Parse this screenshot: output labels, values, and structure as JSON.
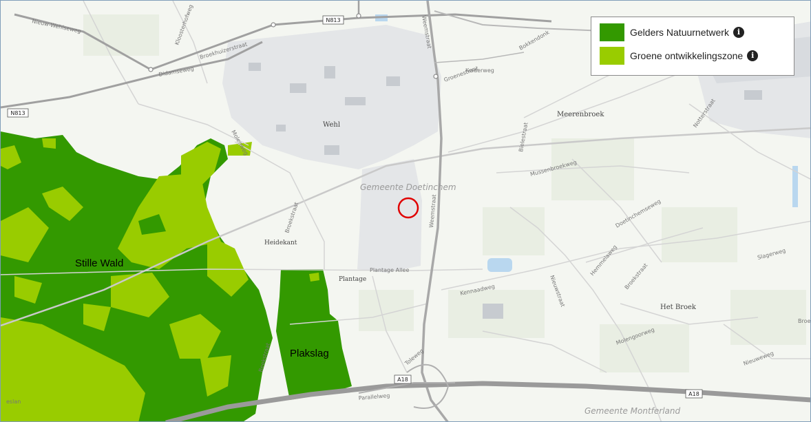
{
  "legend": {
    "items": [
      {
        "label": "Gelders Natuurnetwerk",
        "color": "#339900"
      },
      {
        "label": "Groene ontwikkelingszone",
        "color": "#99cc00"
      }
    ],
    "info_glyph": "i"
  },
  "colors": {
    "natuurnetwerk": "#339900",
    "ontwikkelingszone": "#99cc00",
    "marker": "#e00000"
  },
  "places": {
    "wehl": "Wehl",
    "meerenbroek": "Meerenbroek",
    "heidekant": "Heidekant",
    "plantage": "Plantage",
    "het_broek": "Het Broek"
  },
  "areas": {
    "stille_wald": "Stille Wald",
    "plakslag": "Plakslag"
  },
  "municipalities": {
    "doetinchem": "Gemeente Doetinchem",
    "montferland": "Gemeente Montferland"
  },
  "roads": {
    "n813_top": "N813",
    "n813_left": "N813",
    "a18_left": "A18",
    "a18_right": "A18",
    "nieuw_wehlseweg": "Nieuw-Wehlseweg",
    "broekhuizerstraat": "Broekhuizerstraat",
    "didamseweg": "Didamseweg",
    "kloosterhofweg": "Kloosterhofweg",
    "weemstraat_top": "Weemstraat",
    "weemstraat_mid": "Weemstraat",
    "kelderweg": "Kelderweg",
    "groenestraat": "Groenestraat",
    "bokkendonk": "Bokkendonk",
    "notterstraat": "Notterstraat",
    "bielestraat": "Bielestraat",
    "mussenbroekweg": "Mussenbroekweg",
    "doetinchemseweg": "Doetinchemseweg",
    "molenweg": "Molenweg",
    "broekstraat_left": "Broekstraat",
    "plantage_allee": "Plantage Allee",
    "kennaadweg": "Kennaadweg",
    "hemmelaweg": "Hemmelaweg",
    "broekstraat_right": "Broekstraat",
    "slagerweg": "Slagerweg",
    "nieuwstraat": "Nieuwstraat",
    "molengoorweg": "Molengoorweg",
    "nieuweweg": "Nieuweweg",
    "beekstraat": "Beekstraat",
    "parallelweg": "Parallelweg",
    "toleweg": "Toleweg",
    "eslan": "eslan",
    "broe": "Broe"
  }
}
